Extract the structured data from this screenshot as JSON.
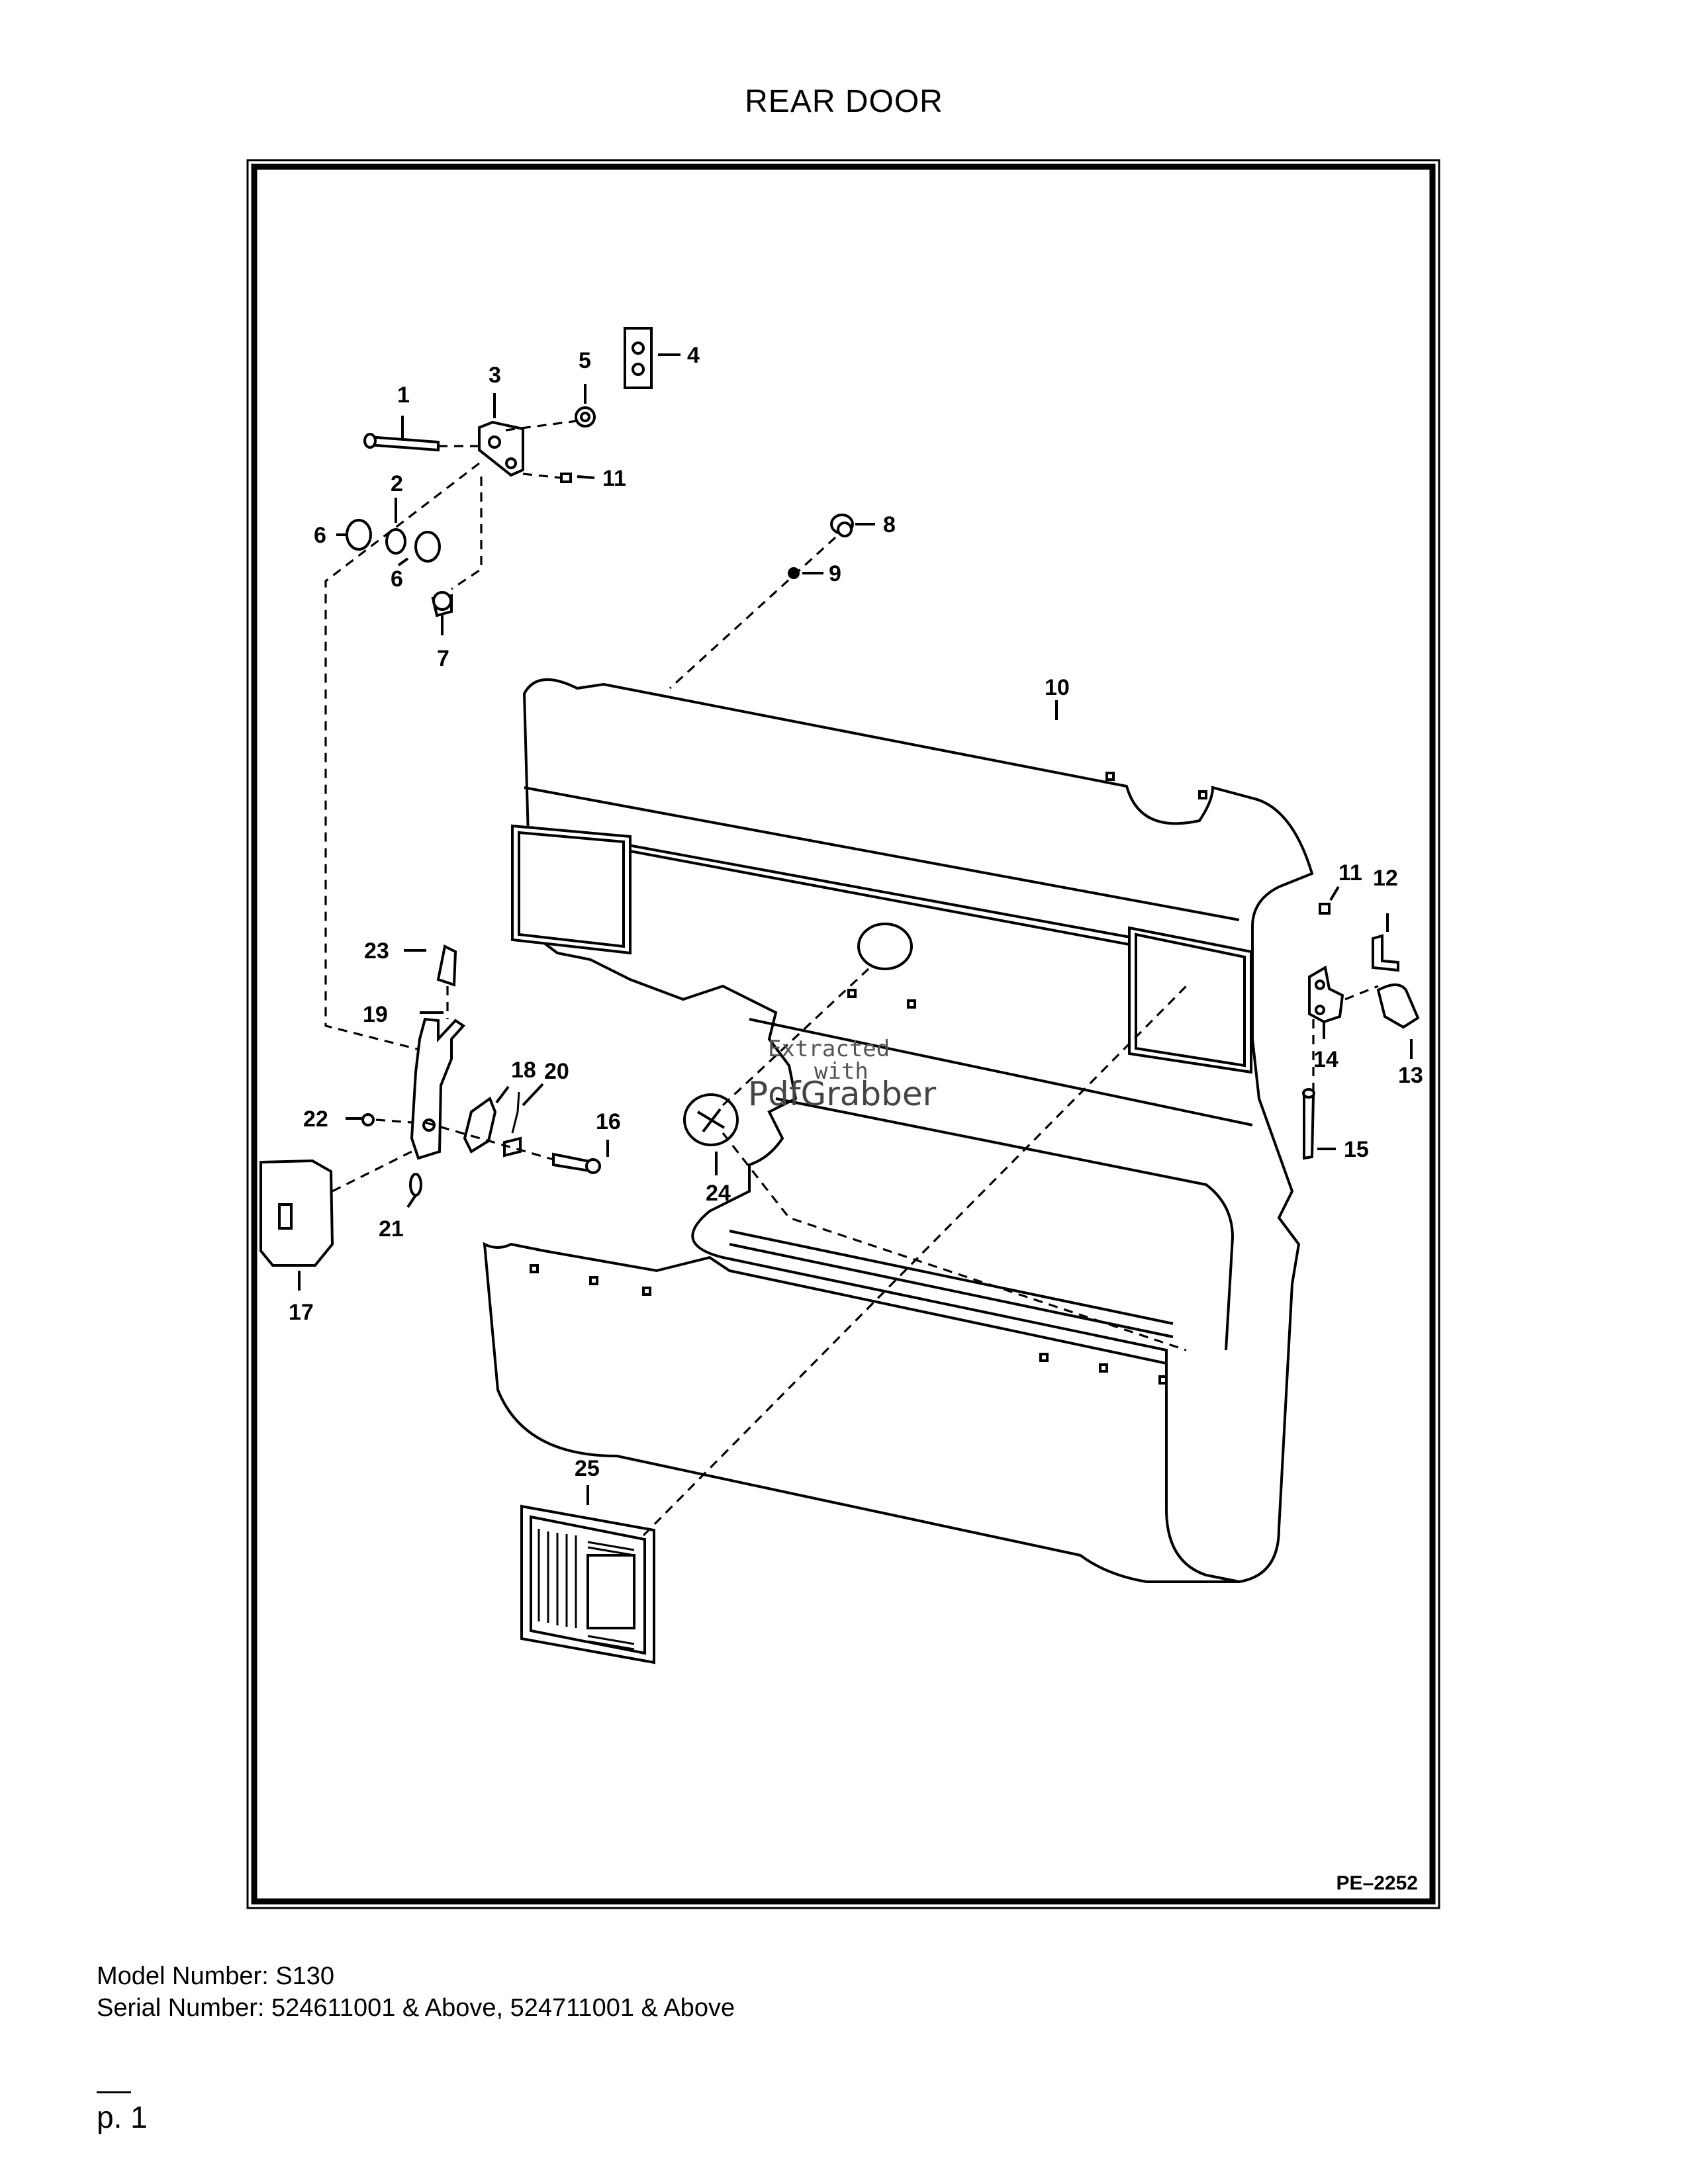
{
  "title": "REAR DOOR",
  "diagram": {
    "drawing_code": "PE–2252",
    "part_labels": [
      "1",
      "2",
      "3",
      "4",
      "5",
      "6",
      "6",
      "7",
      "8",
      "9",
      "10",
      "11",
      "11",
      "12",
      "13",
      "14",
      "15",
      "16",
      "17",
      "18",
      "19",
      "20",
      "21",
      "22",
      "23",
      "24",
      "25"
    ],
    "watermark": {
      "line1": "Extracted",
      "line2": "with",
      "brand": "PdfGrabber"
    }
  },
  "footer": {
    "model": "Model Number: S130",
    "serial": "Serial Number: 524611001 & Above, 524711001 & Above"
  },
  "page": {
    "number": "p. 1"
  }
}
